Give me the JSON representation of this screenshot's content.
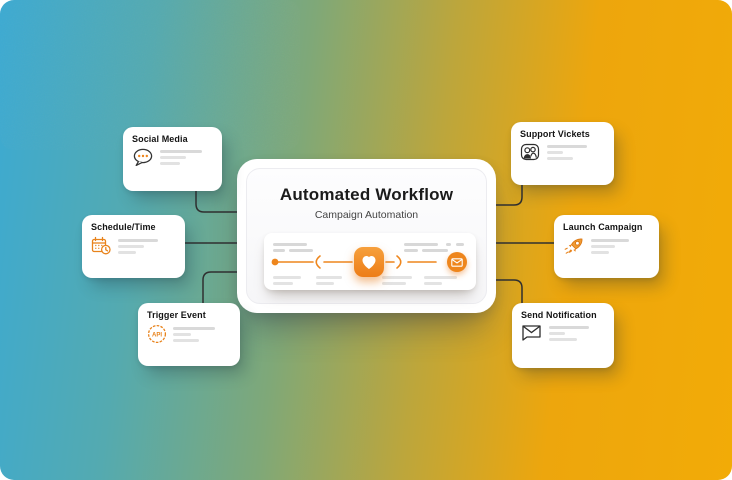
{
  "background": {
    "gradient": [
      "#3CAAD2",
      "#7FA878",
      "#F2AB07"
    ]
  },
  "accent_orange": "#EE861D",
  "connector_color": "#303030",
  "center_panel": {
    "title": "Automated Workflow",
    "subtitle": "Campaign Automation",
    "timeline_icons": [
      "dot",
      "heart-icon",
      "mail-icon"
    ]
  },
  "cards": [
    {
      "id": "social-media",
      "label": "Social Media",
      "icon": "speech-bubble-icon"
    },
    {
      "id": "schedule-time",
      "label": "Schedule/Time",
      "icon": "calendar-clock-icon"
    },
    {
      "id": "trigger-event",
      "label": "Trigger Event",
      "icon": "api-badge-icon",
      "icon_text": "API"
    },
    {
      "id": "support-vickets",
      "label": "Support Vickets",
      "icon": "support-agents-icon"
    },
    {
      "id": "launch-campaign",
      "label": "Launch Campaign",
      "icon": "rocket-icon"
    },
    {
      "id": "send-notification",
      "label": "Send Notification",
      "icon": "envelope-icon"
    }
  ]
}
